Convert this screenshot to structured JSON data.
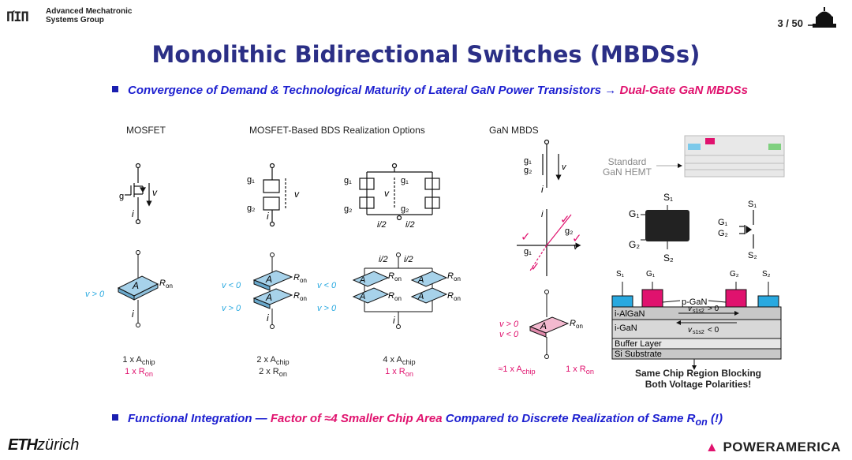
{
  "header": {
    "logo_text": "ΠΊΠ",
    "org_line1": "Advanced Mechatronic",
    "org_line2": "Systems Group",
    "page_number": "3 / 50"
  },
  "title": "Monolithic Bidirectional Switches (MBDSs)",
  "bullet1": {
    "text": "Convergence of Demand & Technological Maturity of Lateral GaN Power Transistors →",
    "highlight": "Dual-Gate GaN MBDSs"
  },
  "columns": {
    "mosfet": "MOSFET",
    "options": "MOSFET-Based BDS Realization Options",
    "gan": "GaN MBDS"
  },
  "captions": {
    "mosfet": {
      "line1": "1 x A",
      "line1_sub": "chip",
      "line2": "1 x R",
      "line2_sub": "on"
    },
    "two": {
      "line1": "2 x A",
      "line1_sub": "chip",
      "line2": "2 x R",
      "line2_sub": "on"
    },
    "four": {
      "line1": "4 x A",
      "line1_sub": "chip",
      "line2": "1 x R",
      "line2_sub": "on"
    },
    "gan_area": "≈1 x A",
    "gan_area_sub": "chip",
    "gan_ron": "1 x R",
    "gan_ron_sub": "on"
  },
  "standard_hemt": {
    "line1": "Standard",
    "line2": "GaN HEMT"
  },
  "cross_section": {
    "layers": [
      "i-AlGaN",
      "i-GaN",
      "Buffer Layer",
      "Si Substrate"
    ],
    "pgan": "p-GaN",
    "blocking_line1": "Same Chip Region Blocking",
    "blocking_line2": "Both Voltage Polarities!"
  },
  "bullet2": {
    "part1": "Functional Integration —",
    "part2": "Factor of ≈4 Smaller Chip Area",
    "part3": "Compared to Discrete Realization of Same R",
    "part3_sub": "on",
    "part4": "(!)"
  },
  "footer": {
    "left_bold": "ETH",
    "left_italic": "zürich",
    "right": "POWERAMERICA"
  },
  "colors": {
    "title": "#2b2f86",
    "bullet": "#1c1fd0",
    "accent": "#e0126e",
    "cyan": "#29a9e0"
  }
}
